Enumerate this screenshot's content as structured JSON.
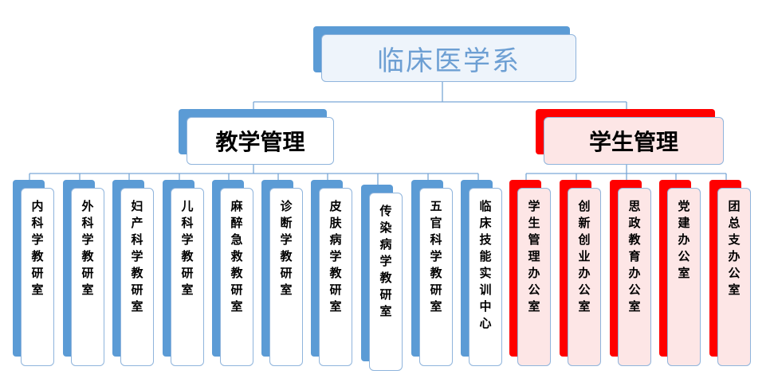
{
  "root": {
    "label": "临床医学系"
  },
  "branches": [
    {
      "label": "教学管理",
      "units": [
        "内科学教研室",
        "外科学教研室",
        "妇产科学教研室",
        "儿科学教研室",
        "麻醉急救教研室",
        "诊断学教研室",
        "皮肤病学教研室",
        "传染病学教研室",
        "五官科学教研室",
        "临床技能实训中心"
      ]
    },
    {
      "label": "学生管理",
      "units": [
        "学生管理办公室",
        "创新创业办公室",
        "思政教育办公室",
        "党建办公室",
        "团总支办公室"
      ]
    }
  ],
  "colors": {
    "blue_accent": "#5b9bd5",
    "red_accent": "#ff0000",
    "title_text": "#6d9fd3",
    "red_fill": "#fde6e6",
    "connector": "#7aa7d6"
  }
}
